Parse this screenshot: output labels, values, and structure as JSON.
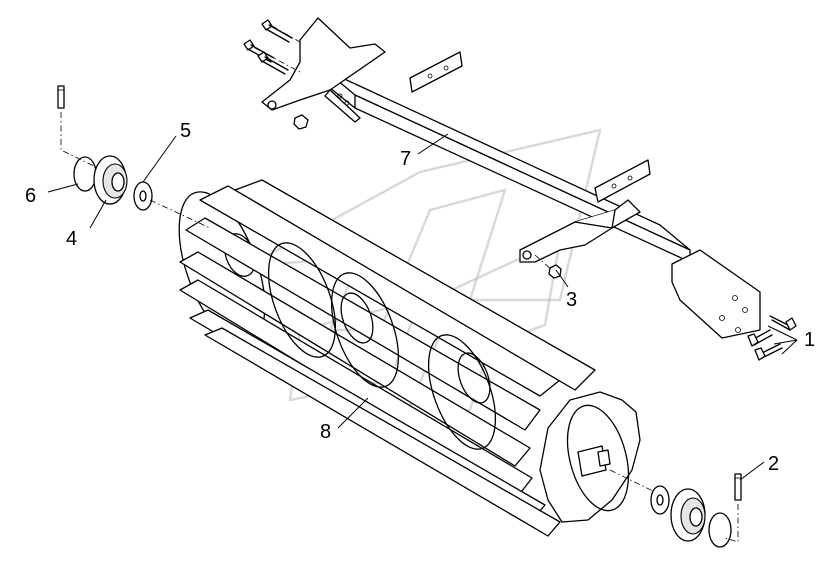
{
  "callouts": [
    {
      "id": "1",
      "label": "1"
    },
    {
      "id": "2",
      "label": "2"
    },
    {
      "id": "3",
      "label": "3"
    },
    {
      "id": "4",
      "label": "4"
    },
    {
      "id": "5",
      "label": "5"
    },
    {
      "id": "6",
      "label": "6"
    },
    {
      "id": "7",
      "label": "7"
    },
    {
      "id": "8",
      "label": "8"
    }
  ],
  "watermark": {
    "icon": "brand-logo-watermark",
    "color": "#b8b8b8"
  },
  "line_color": "#000000",
  "background": "#ffffff"
}
